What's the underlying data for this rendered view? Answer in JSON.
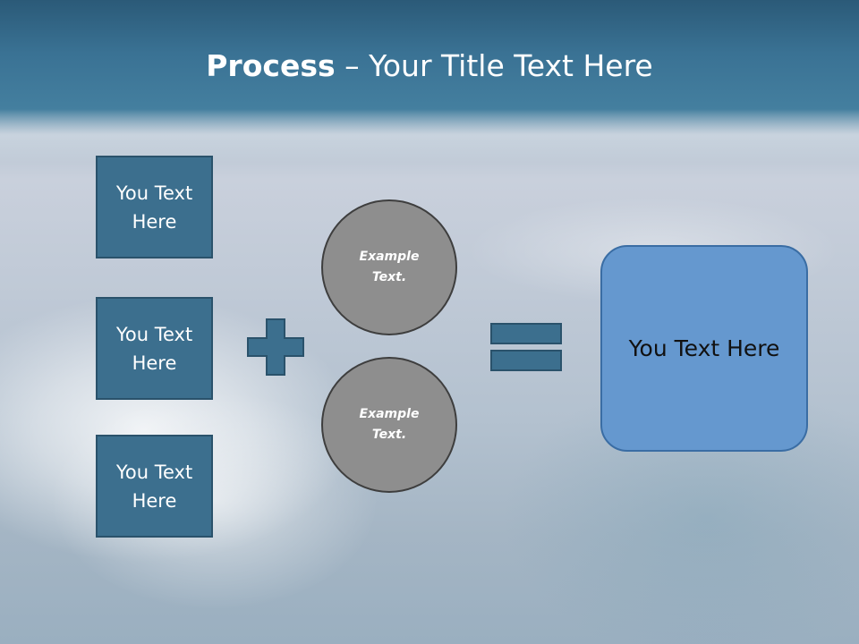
{
  "title": {
    "bold": "Process",
    "rest": " – Your Title Text Here"
  },
  "left_boxes": [
    {
      "label": "You Text Here"
    },
    {
      "label": "You Text Here"
    },
    {
      "label": "You Text Here"
    }
  ],
  "circles": [
    {
      "label": "Example Text."
    },
    {
      "label": "Example Text."
    }
  ],
  "result": {
    "label": "You Text Here"
  },
  "colors": {
    "box_fill": "#3c6f8e",
    "circle_fill": "#8e8e8e",
    "result_fill": "#6598cf",
    "operator_fill": "#3c6f8e"
  },
  "icons": {
    "plus": "plus-icon",
    "equals": "equals-icon"
  }
}
